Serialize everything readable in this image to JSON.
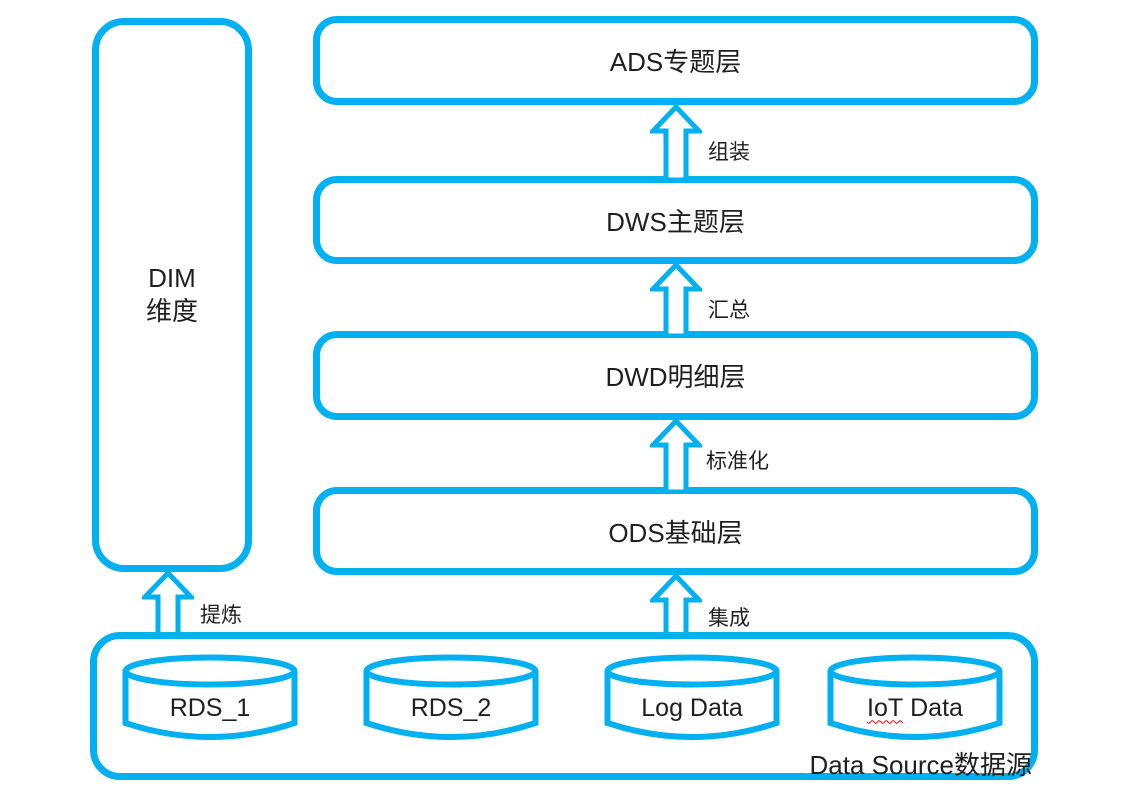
{
  "colors": {
    "accent": "#00B0F0",
    "text": "#1f1f1f",
    "spellcheck_underline": "#ff0000",
    "background": "#ffffff"
  },
  "dim_box": {
    "line1": "DIM",
    "line2": "维度"
  },
  "layers": [
    {
      "id": "ads",
      "label": "ADS专题层"
    },
    {
      "id": "dws",
      "label": "DWS主题层"
    },
    {
      "id": "dwd",
      "label": "DWD明细层"
    },
    {
      "id": "ods",
      "label": "ODS基础层"
    }
  ],
  "arrows": {
    "assemble": "组装",
    "summarize": "汇总",
    "standardize": "标准化",
    "integrate": "集成",
    "refine": "提炼"
  },
  "source": {
    "label": "Data Source数据源",
    "cylinders": [
      {
        "label": "RDS_1"
      },
      {
        "label": "RDS_2"
      },
      {
        "label": "Log Data"
      },
      {
        "label_misspelled": "IoT",
        "label_rest": " Data"
      }
    ]
  }
}
